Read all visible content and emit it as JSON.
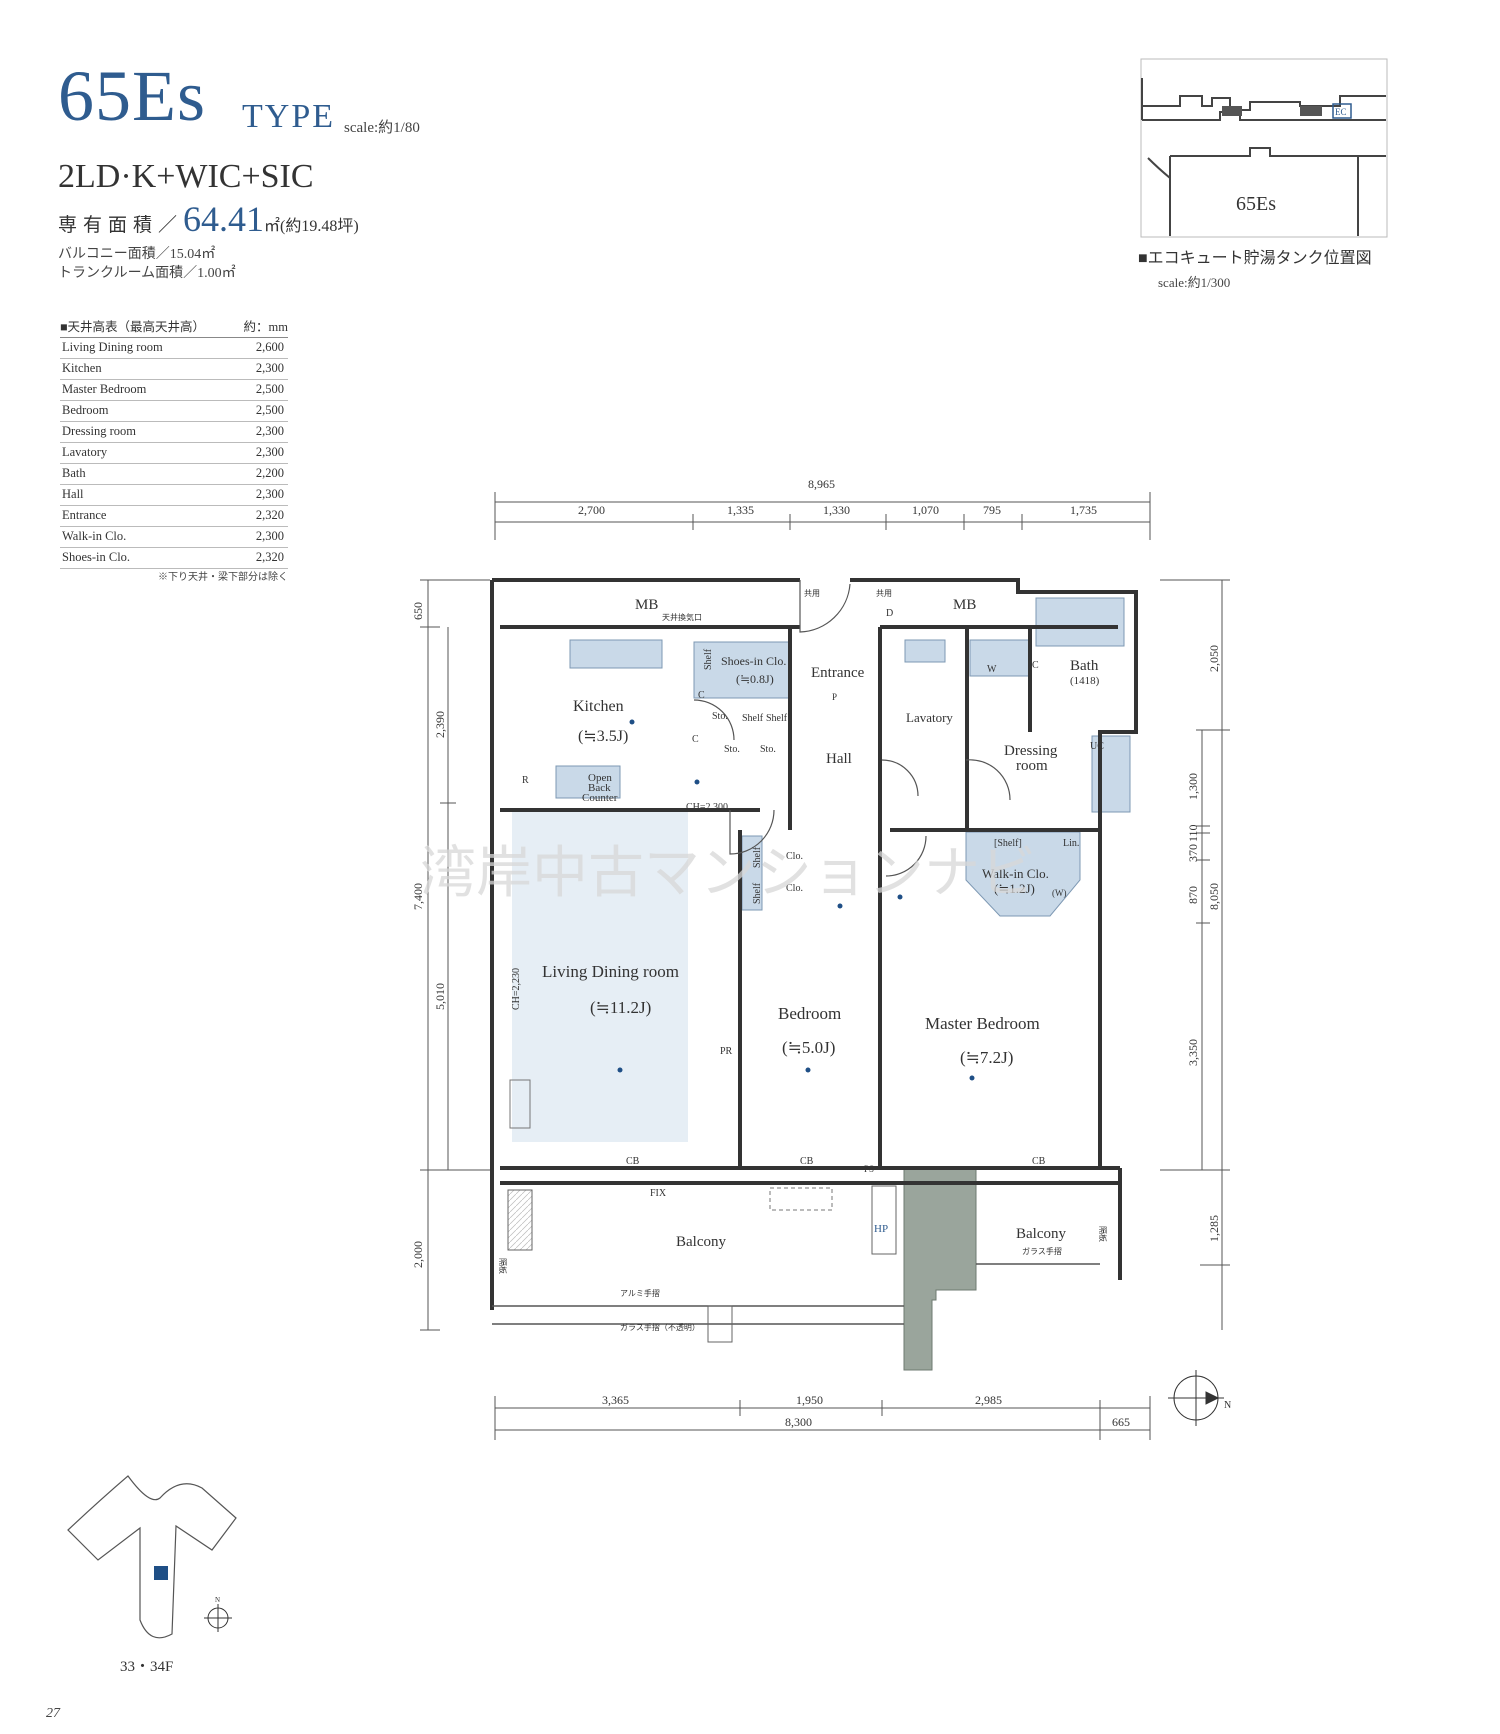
{
  "header": {
    "type_code": "65Es",
    "type_label": "TYPE",
    "scale": "scale:約1/80",
    "layout": "2LD·K+WIC+SIC",
    "area_label": "専有面積／",
    "area_value": "64.41",
    "area_unit": "㎡(約19.48坪)",
    "balcony_area": "バルコニー面積／15.04㎡",
    "trunk_area": "トランクルーム面積／1.00㎡"
  },
  "ceiling_table": {
    "title": "■天井高表（最高天井高）",
    "unit": "約：mm",
    "rows": [
      {
        "room": "Living Dining room",
        "height": "2,600"
      },
      {
        "room": "Kitchen",
        "height": "2,300"
      },
      {
        "room": "Master Bedroom",
        "height": "2,500"
      },
      {
        "room": "Bedroom",
        "height": "2,500"
      },
      {
        "room": "Dressing room",
        "height": "2,300"
      },
      {
        "room": "Lavatory",
        "height": "2,300"
      },
      {
        "room": "Bath",
        "height": "2,200"
      },
      {
        "room": "Hall",
        "height": "2,300"
      },
      {
        "room": "Entrance",
        "height": "2,320"
      },
      {
        "room": "Walk-in Clo.",
        "height": "2,300"
      },
      {
        "room": "Shoes-in Clo.",
        "height": "2,320"
      }
    ],
    "note": "※下り天井・梁下部分は除く"
  },
  "keyplan": {
    "unit_label": "65Es",
    "ec_label": "EC",
    "caption": "■エコキュート貯湯タンク位置図",
    "scale": "scale:約1/300"
  },
  "dimensions": {
    "total_top": "8,965",
    "top": [
      "2,700",
      "1,335",
      "1,330",
      "1,070",
      "795",
      "1,735"
    ],
    "bottom": [
      "3,365",
      "1,950",
      "2,985"
    ],
    "bottom_total": "8,300",
    "bottom_extra": "665",
    "left_outer": [
      "650",
      "7,400",
      "2,000"
    ],
    "left_inner": [
      "2,390",
      "5,010"
    ],
    "right_outer": [
      "2,050",
      "8,050",
      "1,285"
    ],
    "right_inner": [
      "1,300",
      "110",
      "370",
      "870",
      "3,350"
    ]
  },
  "rooms": {
    "mb_left": "MB",
    "mb_right": "MB",
    "kitchen": "Kitchen",
    "kitchen_size": "(≒3.5J)",
    "shoes_clo": "Shoes-in Clo.",
    "shoes_clo_size": "(≒0.8J)",
    "entrance": "Entrance",
    "lavatory": "Lavatory",
    "bath": "Bath",
    "bath_size": "(1418)",
    "hall": "Hall",
    "dressing": "Dressing",
    "dressing2": "room",
    "open_counter": [
      "Open",
      "Back",
      "Counter"
    ],
    "ldr": "Living Dining room",
    "ldr_size": "(≒11.2J)",
    "bedroom": "Bedroom",
    "bedroom_size": "(≒5.0J)",
    "master": "Master Bedroom",
    "master_size": "(≒7.2J)",
    "wic": "Walk-in Clo.",
    "wic_size": "(≒1.2J)",
    "balcony_left": "Balcony",
    "balcony_right": "Balcony",
    "ch_kitchen": "CH=2,300",
    "ch_ldr": "CH=2,230"
  },
  "plan_labels": {
    "shelf": "Shelf",
    "sto": "Sto.",
    "clo": "Clo.",
    "lin": "Lin.",
    "shelf_bracket": "[Shelf]",
    "w": "W",
    "c": "C",
    "uc": "UC",
    "r": "R",
    "pr": "PR",
    "cb": "CB",
    "fix": "FIX",
    "hp": "HP",
    "ps": "PS",
    "p": "P",
    "d": "D",
    "w_paren": "(W)",
    "kyoyo": "共用",
    "vent": "天井換気口",
    "alumi": "アルミ手摺",
    "glass": "ガラス手摺",
    "glass_opaque": "ガラス手摺（不透明）",
    "partition": "隔板"
  },
  "watermark": "湾岸中古マンションナビ",
  "footer": {
    "floors": "33・34F",
    "page": "27",
    "north": "N"
  },
  "colors": {
    "accent_blue": "#2f5c8f",
    "fixture_blue": "#c9d9e8",
    "ldr_fill": "#e6eef5",
    "ecocute_gray": "#9aa59c",
    "unit_marker": "#1f4f86"
  }
}
